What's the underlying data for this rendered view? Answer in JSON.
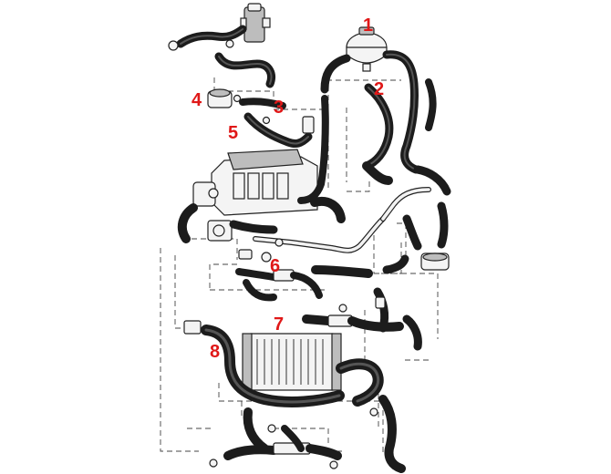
{
  "diagram": {
    "callouts": [
      {
        "id": "1",
        "text": "1"
      },
      {
        "id": "2",
        "text": "2"
      },
      {
        "id": "3",
        "text": "3"
      },
      {
        "id": "4",
        "text": "4"
      },
      {
        "id": "5",
        "text": "5"
      },
      {
        "id": "6",
        "text": "6"
      },
      {
        "id": "7",
        "text": "7"
      },
      {
        "id": "8",
        "text": "8"
      }
    ],
    "colors": {
      "callout": "#e01818",
      "hose": "#1c1c1c",
      "line": "#444444"
    },
    "components": [
      "expansion-tank",
      "radiator",
      "engine-block",
      "oil-cooler",
      "heater-valve",
      "thermostat-housing",
      "coolant-pump",
      "y-connector"
    ]
  }
}
